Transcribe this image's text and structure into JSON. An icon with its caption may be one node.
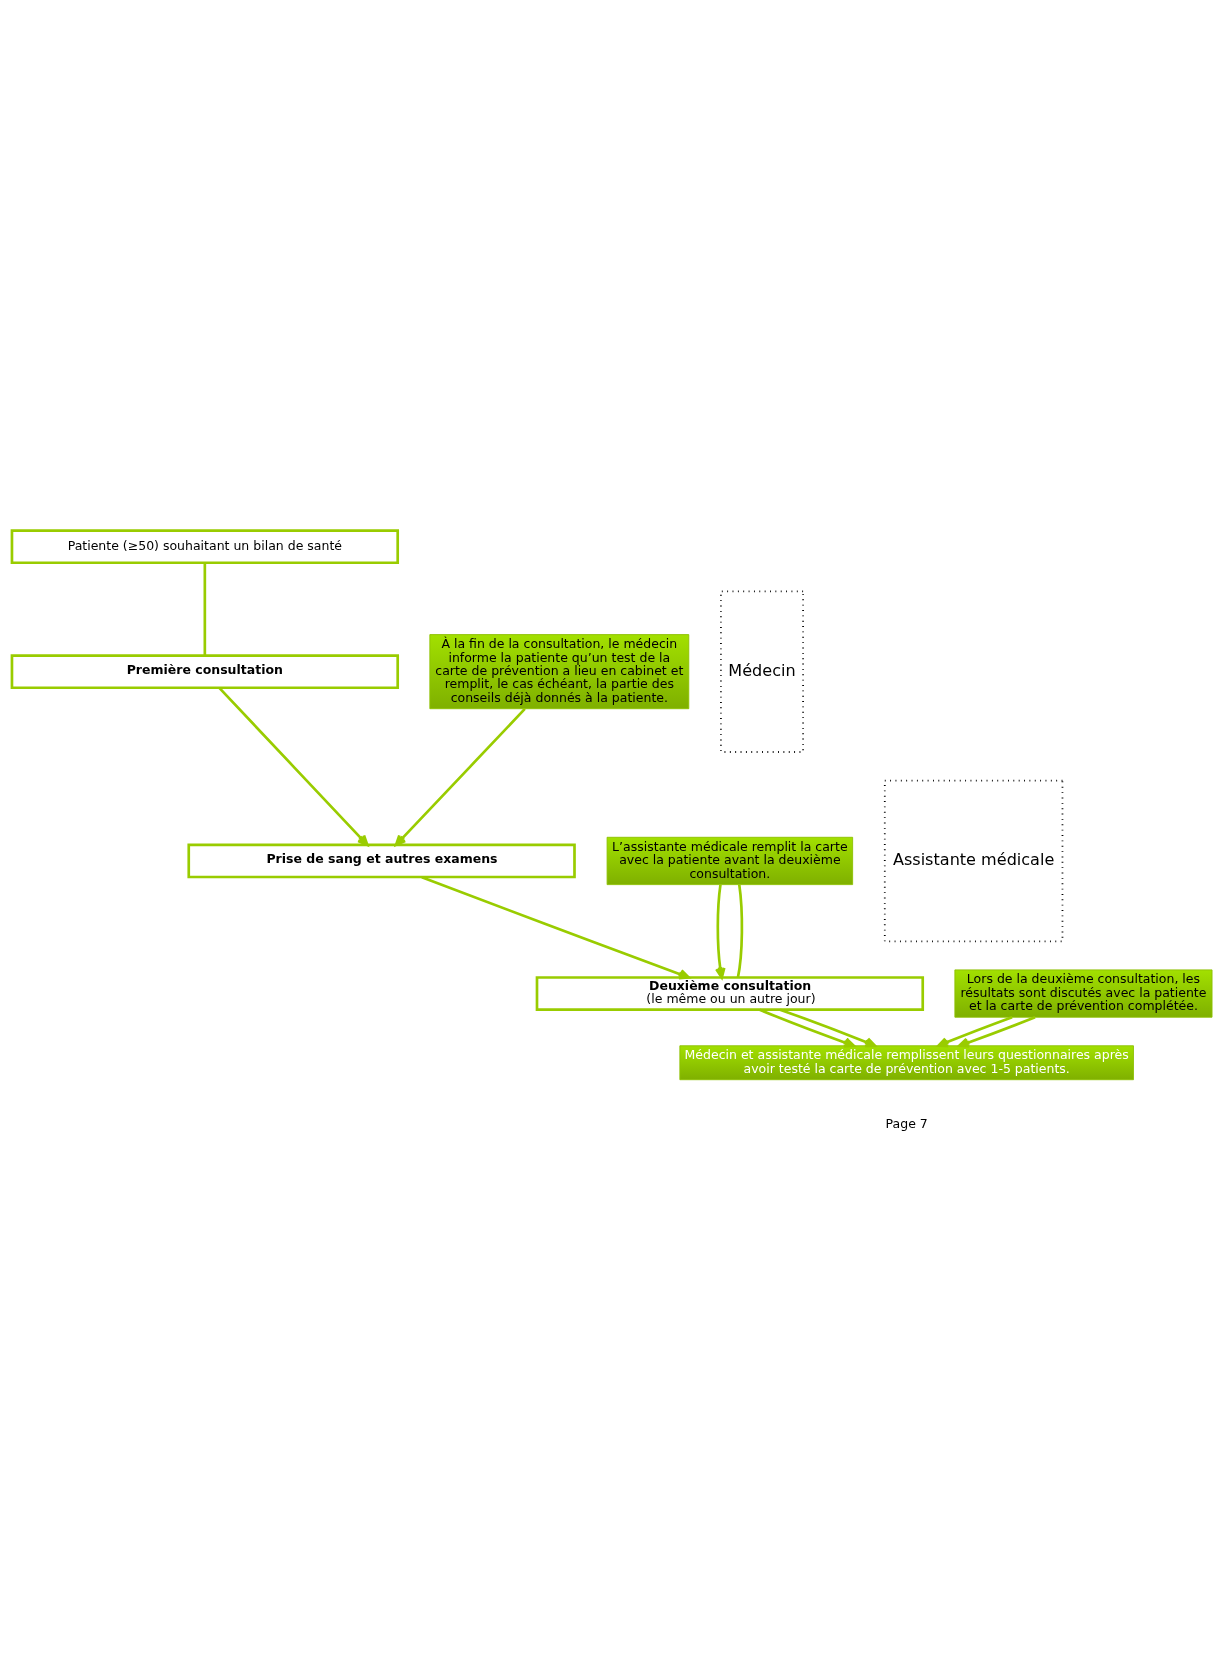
{
  "diagram": {
    "nodes": [
      {
        "text": [
          "Patiente (≥50) souhaitant un bilan de santé"
        ]
      },
      {
        "text": [
          "Première consultation"
        ]
      },
      {
        "text": [
          "À la fin de la consultation, le médecin informe la patiente qu’un test de la carte de prévention a lieu en cabinet et remplit, le cas échéant, la partie des conseils déjà donnés à la patiente."
        ]
      },
      {
        "text": [
          "Prise de sang et autres examens"
        ]
      },
      {
        "text": [
          "L’assistante médicale remplit la carte avec la patiente avant la deuxième consultation."
        ]
      },
      {
        "text": [
          "Deuxième consultation",
          "(le même ou un autre jour)"
        ]
      },
      {
        "text": [
          "Lors de la deuxième consultation, les résultats sont discutés avec la patiente et la carte de prévention complétée."
        ]
      },
      {
        "text": [
          "Médecin et assistante médicale remplissent leurs questionnaires après avoir testé la carte de prévention avec 1-5 patients."
        ]
      },
      {
        "text": [
          "Médecin"
        ]
      },
      {
        "text": [
          "Assistante médicale"
        ]
      }
    ],
    "edges": [
      {
        "from": 0,
        "to": 1,
        "arrow": "none"
      },
      {
        "from": 1,
        "to": 3,
        "arrow": "to"
      },
      {
        "from": 2,
        "to": 3,
        "arrow": "to"
      },
      {
        "from": 3,
        "to": 5,
        "arrow": "to"
      },
      {
        "from": 4,
        "to": 5,
        "arrow": "to"
      },
      {
        "from": 4,
        "to": 5,
        "arrow": "none"
      },
      {
        "from": 5,
        "to": 7,
        "arrow": "to"
      },
      {
        "from": 6,
        "to": 7,
        "arrow": "to"
      },
      {
        "from": 6,
        "to": 7,
        "arrow": "to"
      },
      {
        "from": 5,
        "to": 7,
        "arrow": "to"
      }
    ],
    "labels": [
      "Page 7"
    ]
  }
}
